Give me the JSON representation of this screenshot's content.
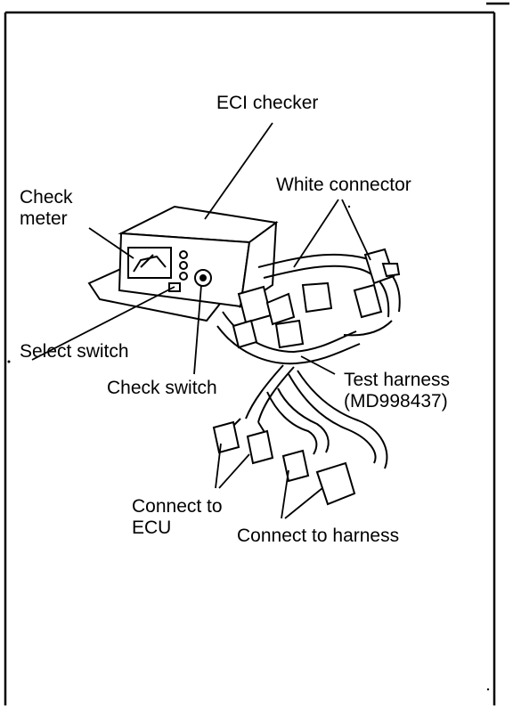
{
  "labels": {
    "eci_checker": "ECI checker",
    "check_meter_line1": "Check",
    "check_meter_line2": "meter",
    "white_connector": "White connector",
    "select_switch": "Select switch",
    "check_switch": "Check switch",
    "test_harness_line1": "Test harness",
    "test_harness_line2": "(MD998437)",
    "connect_to_ecu_line1": "Connect to",
    "connect_to_ecu_line2": "ECU",
    "connect_to_harness": "Connect to harness"
  },
  "colors": {
    "ink": "#000000",
    "paper": "#ffffff"
  }
}
